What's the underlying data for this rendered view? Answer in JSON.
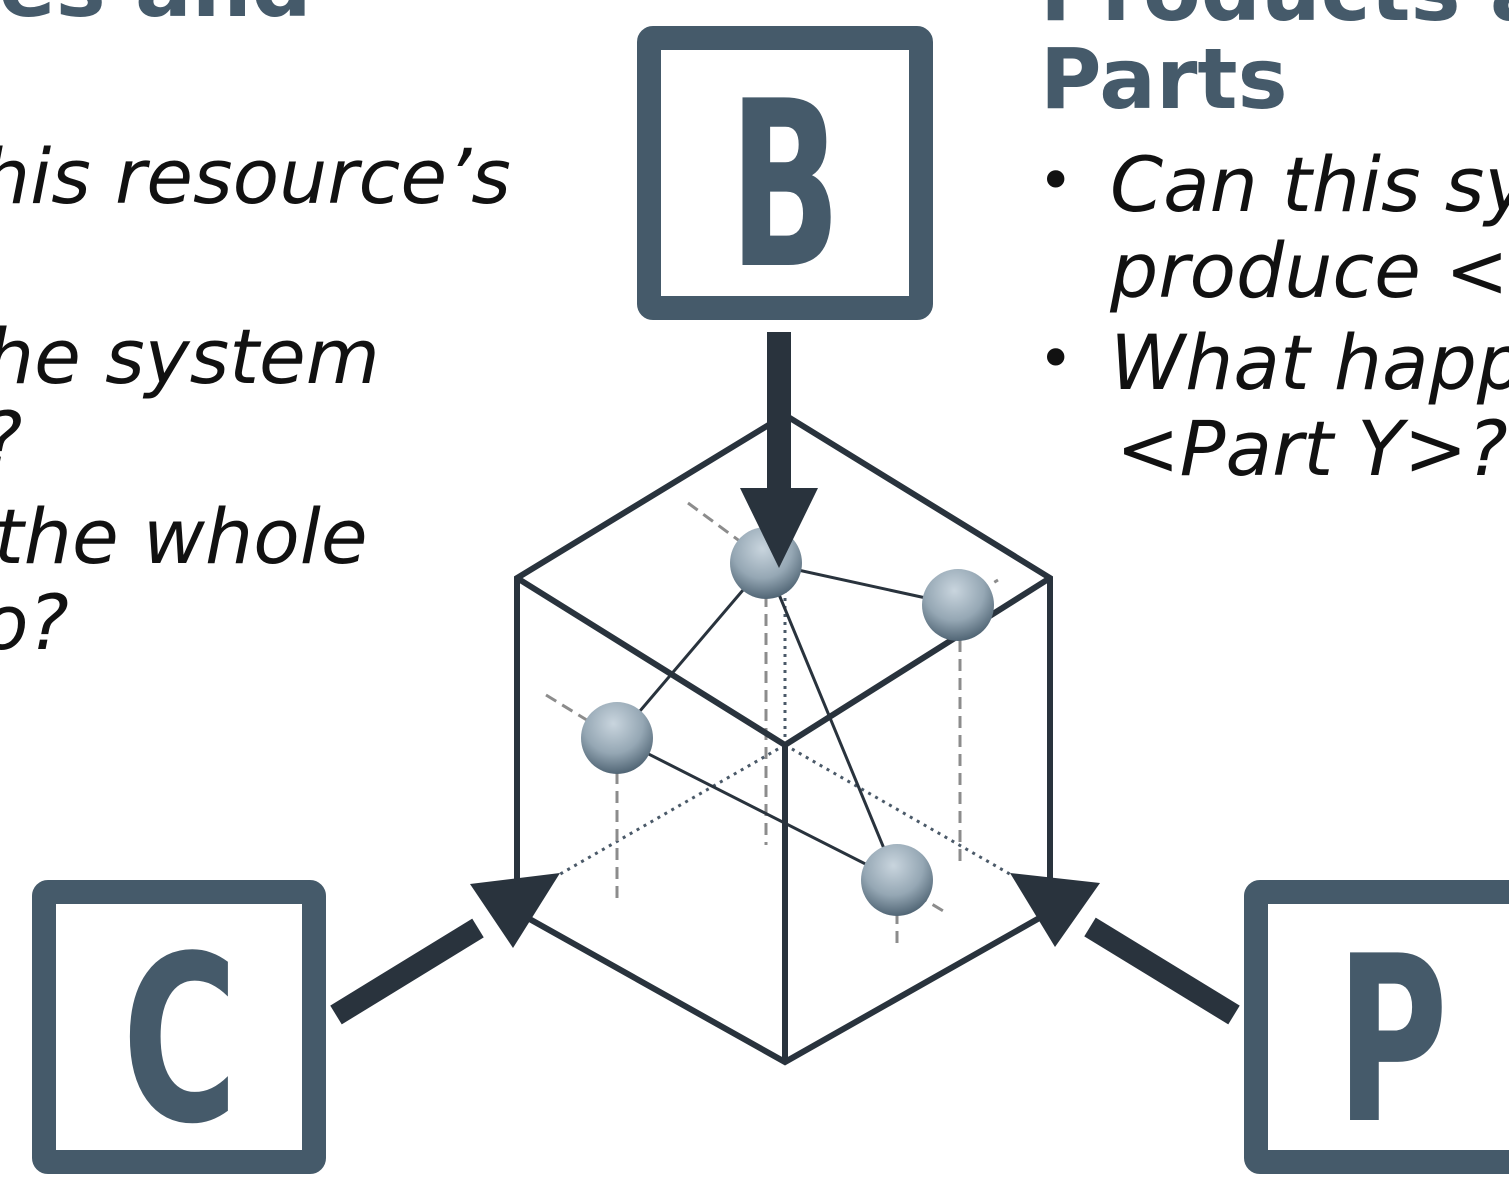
{
  "left_panel": {
    "heading_fragment": "ies and",
    "lines": [
      "his resource’s",
      "he system",
      "?",
      " the whole",
      "o?"
    ]
  },
  "right_panel": {
    "heading_line1": "Products a",
    "heading_line2": "Parts",
    "bullets": [
      {
        "line1": "Can this sy",
        "line2": "produce <P"
      },
      {
        "line1": "What happ",
        "line2": "<Part Y>?"
      }
    ]
  },
  "diagram": {
    "box_top_letter": "B",
    "box_left_letter": "C",
    "box_right_letter": "P"
  },
  "colors": {
    "box_border": "#455a6a",
    "letter": "#455a6a",
    "arrow": "#29333d",
    "cube_edge": "#29333d"
  }
}
